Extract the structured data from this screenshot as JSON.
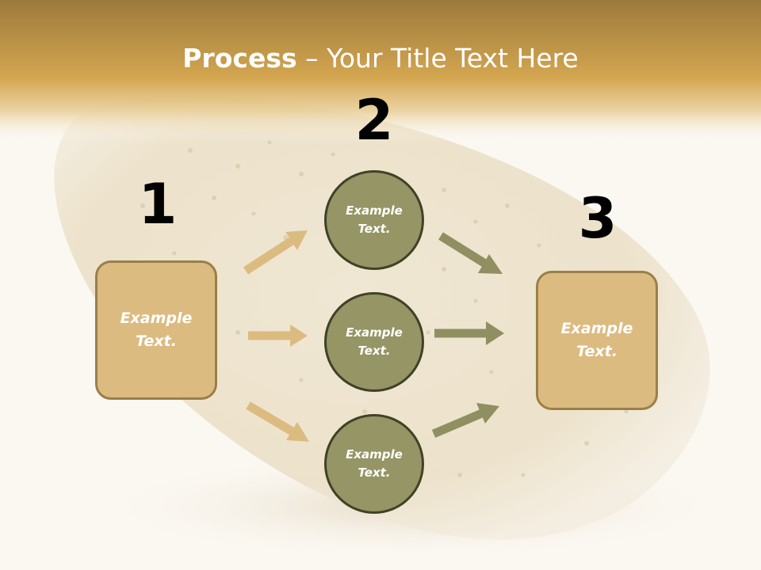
{
  "title": {
    "bold": "Process",
    "rest": " – Your Title Text Here"
  },
  "steps": [
    {
      "number": "1",
      "lines": [
        "Example",
        "Text."
      ]
    },
    {
      "number": "2",
      "nodes": [
        {
          "lines": [
            "Example",
            "Text."
          ]
        },
        {
          "lines": [
            "Example",
            "Text."
          ]
        },
        {
          "lines": [
            "Example",
            "Text."
          ]
        }
      ]
    },
    {
      "number": "3",
      "lines": [
        "Example",
        "Text."
      ]
    }
  ],
  "colors": {
    "header": "#c9a04a",
    "box_fill": "#dcbb80",
    "box_border": "#9a7f4a",
    "circle_fill": "#959565",
    "circle_border": "#3f4226",
    "arrow_in": "#dcbb80",
    "arrow_out": "#8f8f62"
  }
}
